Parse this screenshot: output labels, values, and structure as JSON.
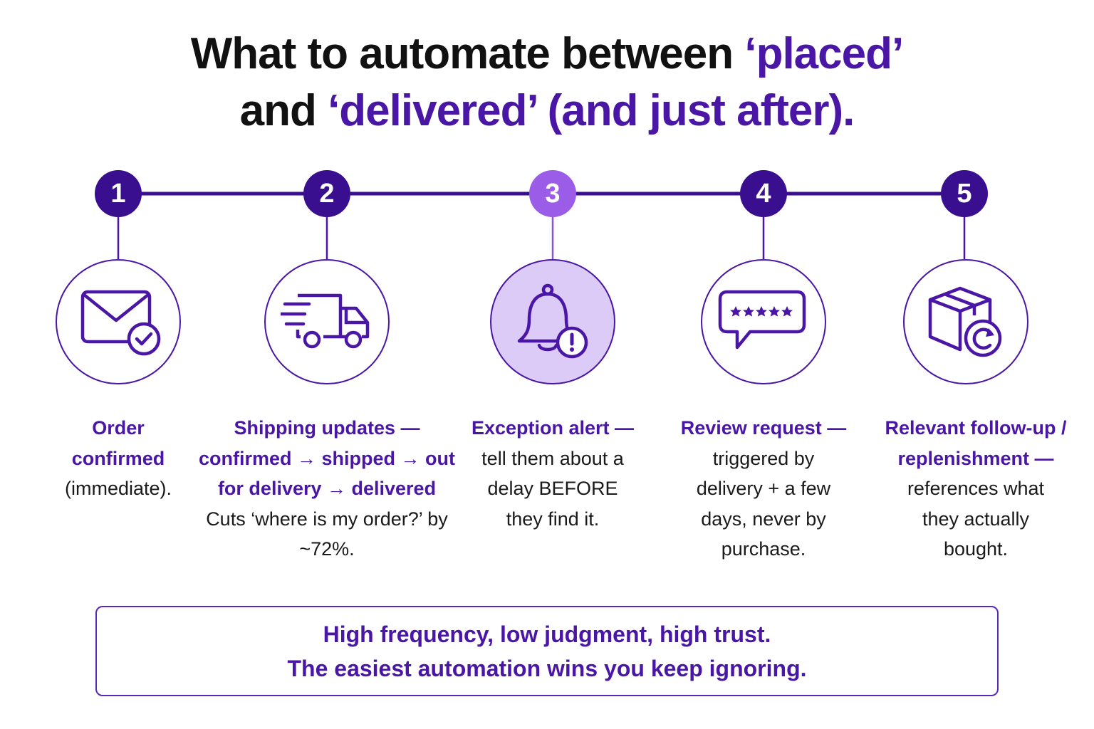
{
  "title": {
    "line1_plain": "What to automate between ",
    "line1_highlight": "‘placed’",
    "line2_plain_start": "and ",
    "line2_highlight": "‘delivered’ (and just after).",
    "line2_plain_end": ""
  },
  "steps": [
    {
      "number": "1",
      "heading": "Order confirmed",
      "body": "(immediate).",
      "icon": "envelope-check-icon"
    },
    {
      "number": "2",
      "heading": "Shipping updates — confirmed → shipped → out for delivery → delivered",
      "body": "Cuts ‘where is my order?’ by ~72%.",
      "icon": "delivery-truck-icon"
    },
    {
      "number": "3",
      "heading": "Exception alert —",
      "body": "tell them about a delay BEFORE they find it.",
      "icon": "bell-alert-icon"
    },
    {
      "number": "4",
      "heading": "Review request —",
      "body": "triggered by delivery + a few days, never by purchase.",
      "icon": "review-stars-bubble-icon"
    },
    {
      "number": "5",
      "heading": "Relevant follow-up / replenishment —",
      "body": "references what they actually bought.",
      "icon": "box-refresh-icon"
    }
  ],
  "callout": {
    "line1": "High frequency, low judgment, high trust.",
    "line2": "The easiest automation wins you keep ignoring."
  },
  "colors": {
    "primary": "#3a0f8f",
    "accent": "#4a16a6",
    "highlight_step": "#9b5ce8",
    "highlight_fill": "#dccaf7"
  }
}
